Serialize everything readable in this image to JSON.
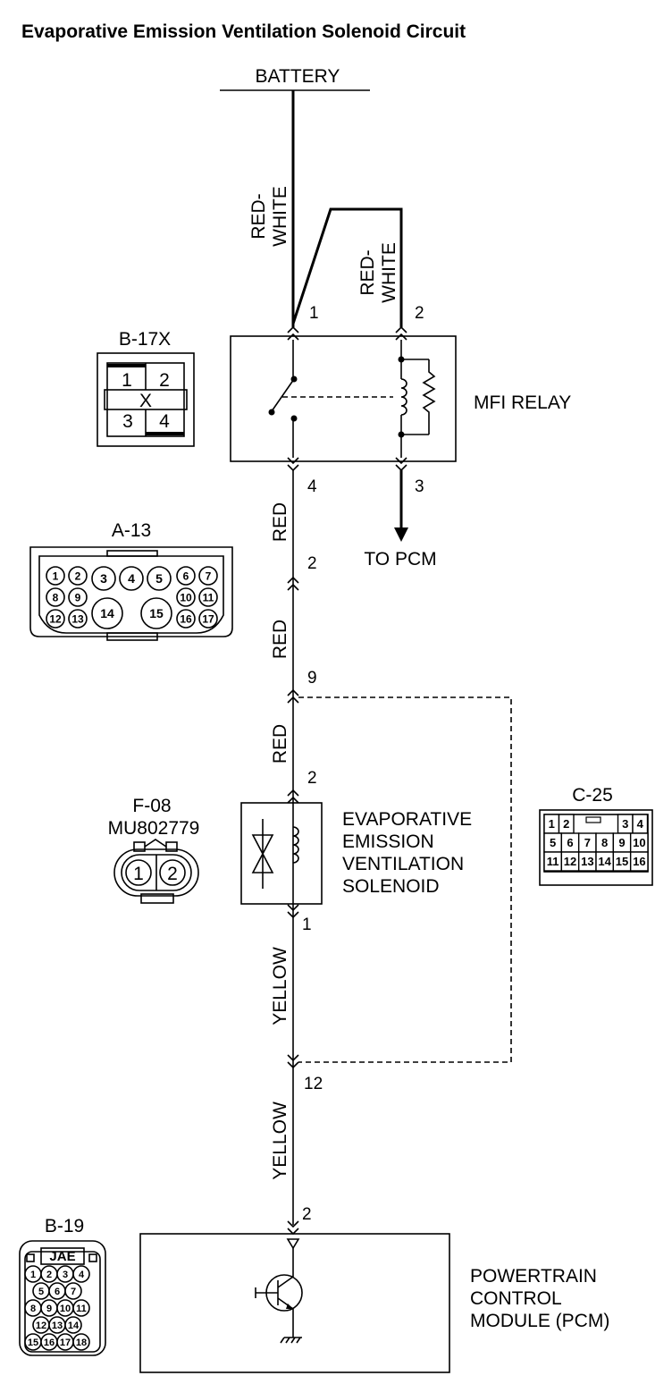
{
  "title": "Evaporative Emission Ventilation Solenoid Circuit",
  "battery": "BATTERY",
  "wires": {
    "red_white_1": "RED-\nWHITE",
    "red_white_2": "RED-\nWHITE",
    "red_1": "RED",
    "red_2": "RED",
    "red_3": "RED",
    "yellow_1": "YELLOW",
    "yellow_2": "YELLOW"
  },
  "relay": {
    "label": "MFI RELAY",
    "pins": [
      "1",
      "2",
      "4",
      "3"
    ],
    "to_pcm": "TO PCM"
  },
  "junction_pins": {
    "a13_top": "2",
    "a13_bottom": "9",
    "c25_top": "12",
    "solenoid_top": "2",
    "solenoid_bottom": "1",
    "pcm_pin": "2"
  },
  "solenoid": {
    "line1": "EVAPORATIVE",
    "line2": "EMISSION",
    "line3": "VENTILATION",
    "line4": "SOLENOID"
  },
  "pcm": {
    "line1": "POWERTRAIN",
    "line2": "CONTROL",
    "line3": "MODULE (PCM)"
  },
  "connectors": {
    "b17x": {
      "name": "B-17X",
      "pins": [
        "1",
        "2",
        "3",
        "4"
      ],
      "mark": "X"
    },
    "a13": {
      "name": "A-13",
      "pins": [
        "1",
        "2",
        "3",
        "4",
        "5",
        "6",
        "7",
        "8",
        "9",
        "10",
        "11",
        "12",
        "13",
        "14",
        "15",
        "16",
        "17"
      ]
    },
    "f08": {
      "name": "F-08",
      "part": "MU802779",
      "pins": [
        "1",
        "2"
      ]
    },
    "c25": {
      "name": "C-25",
      "pins": [
        "1",
        "2",
        "3",
        "4",
        "5",
        "6",
        "7",
        "8",
        "9",
        "10",
        "11",
        "12",
        "13",
        "14",
        "15",
        "16"
      ]
    },
    "b19": {
      "name": "B-19",
      "mark": "JAE",
      "pins": [
        "1",
        "2",
        "3",
        "4",
        "5",
        "6",
        "7",
        "8",
        "9",
        "10",
        "11",
        "12",
        "13",
        "14",
        "15",
        "16",
        "17",
        "18"
      ]
    }
  }
}
